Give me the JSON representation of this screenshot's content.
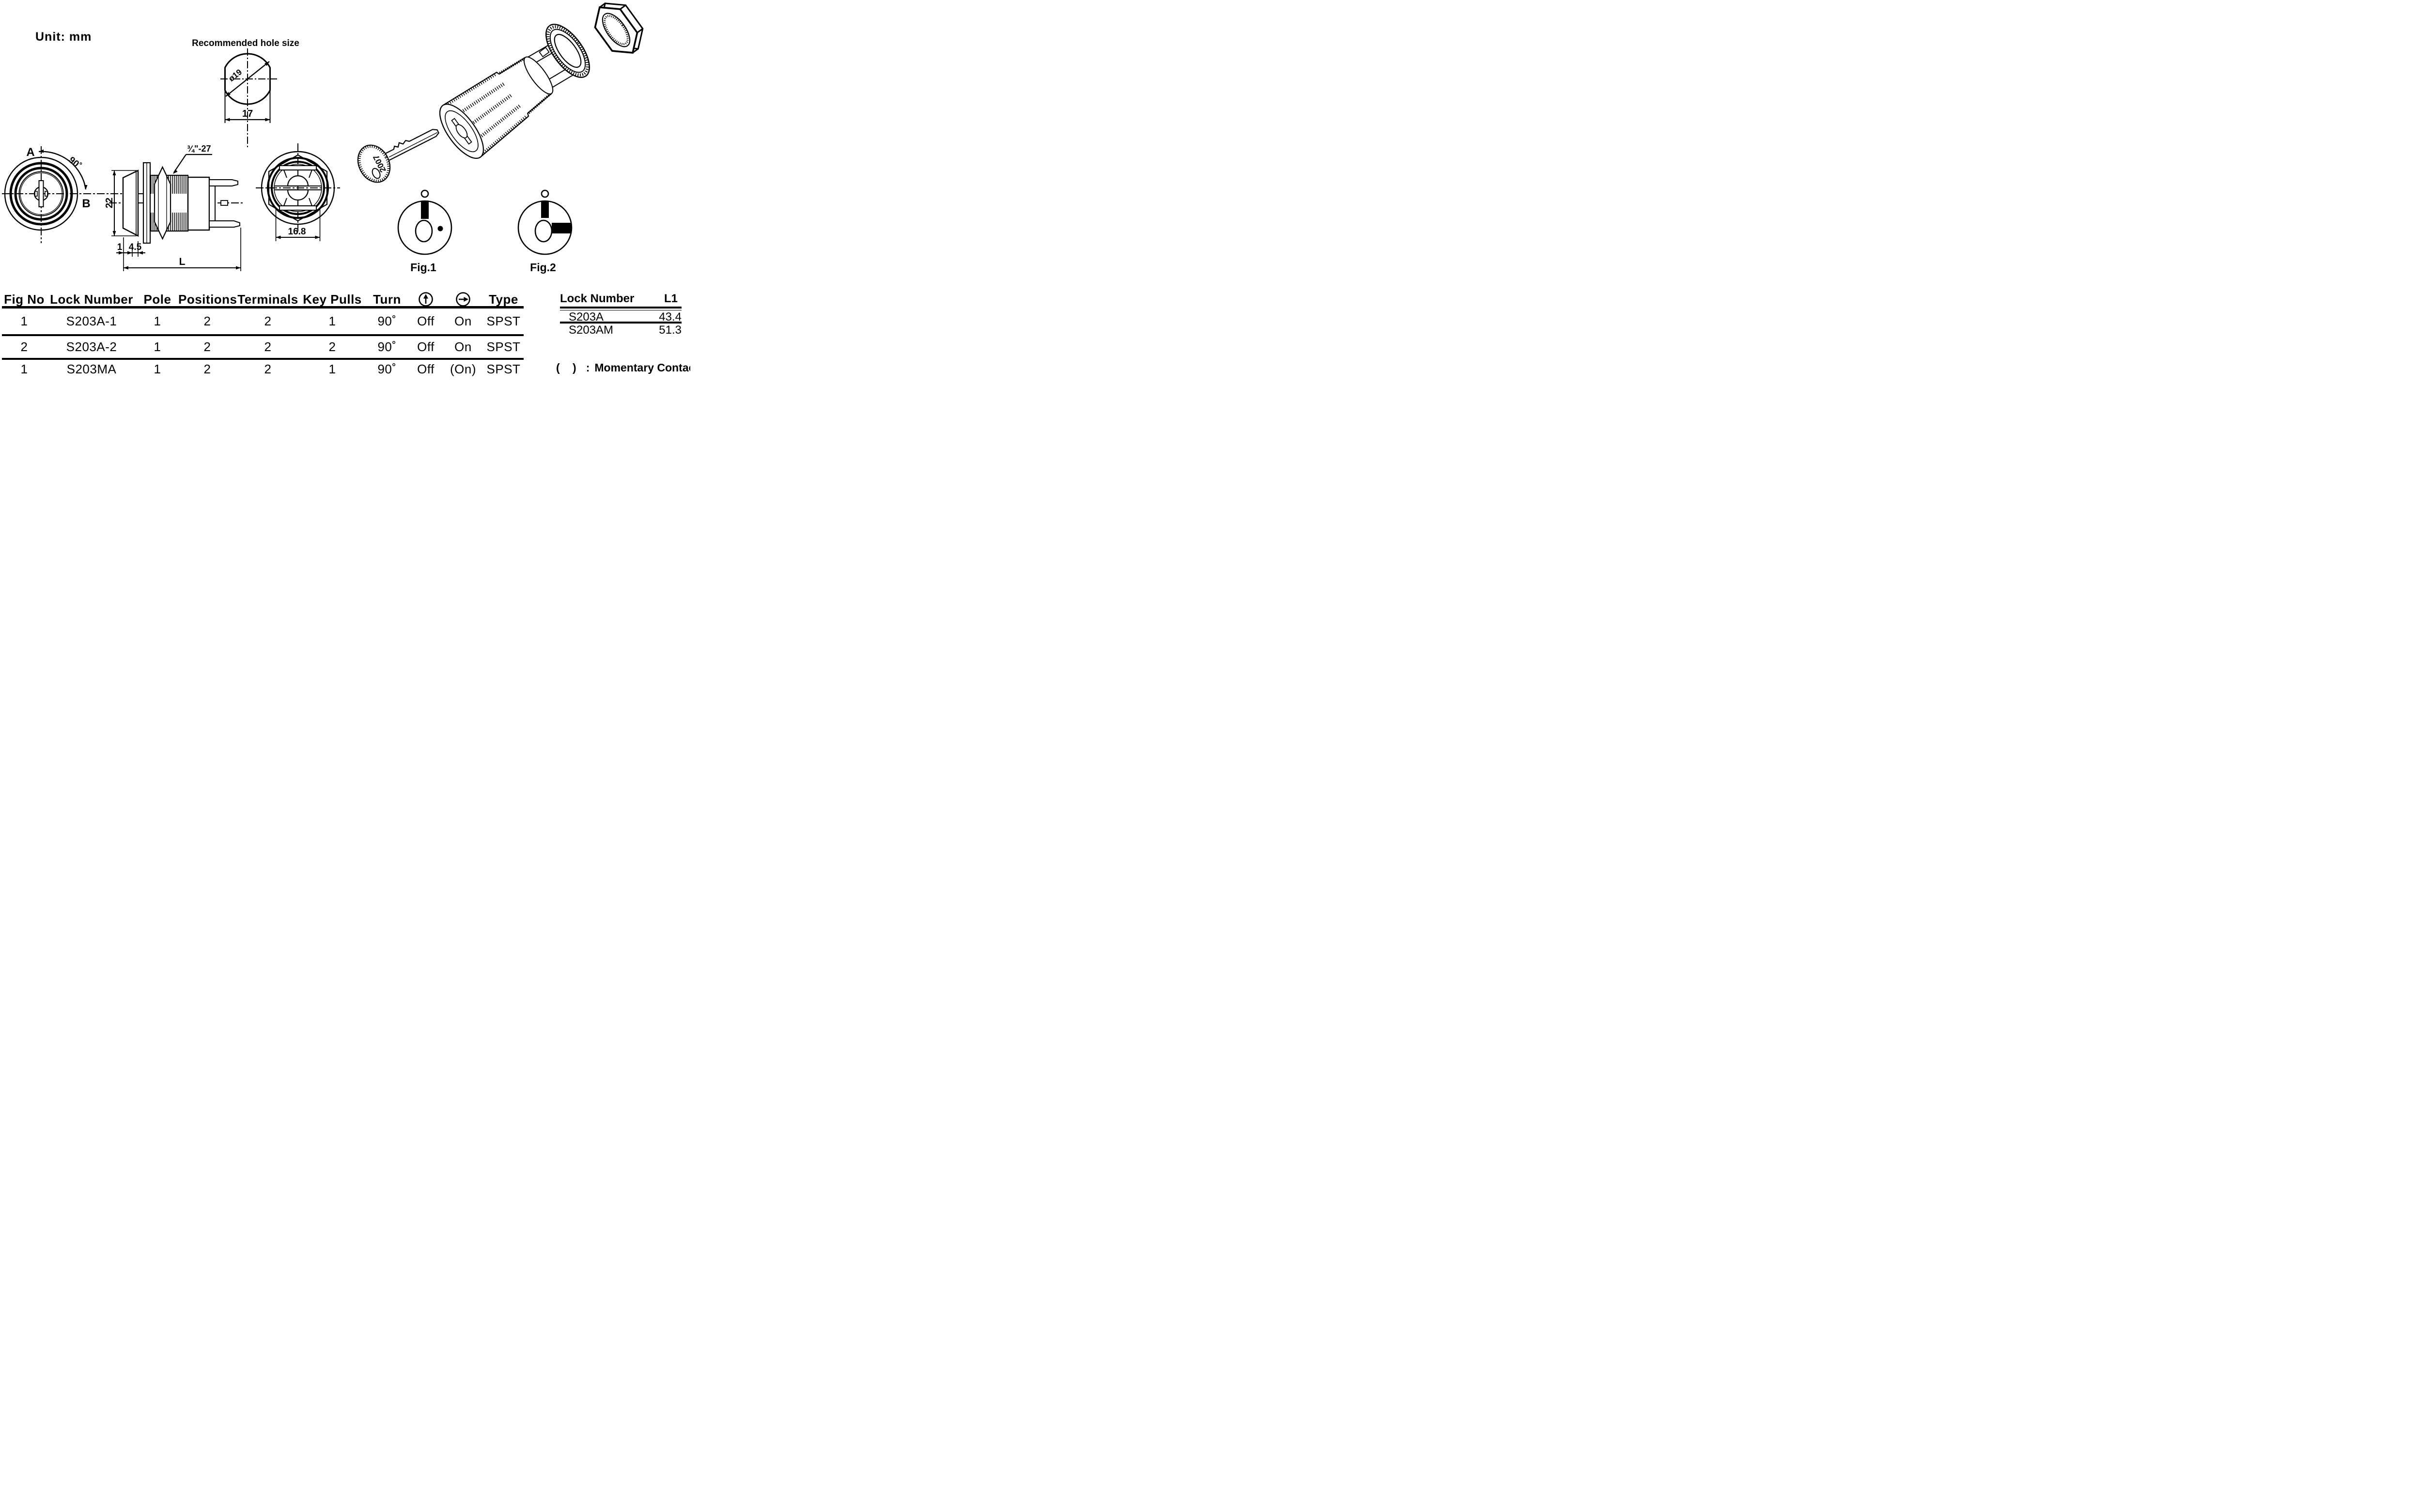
{
  "sheet": {
    "unit_label": "Unit: mm"
  },
  "hole_diagram": {
    "title": "Recommended hole size",
    "diameter_label": "ø19",
    "width_label": "17"
  },
  "front_view": {
    "point_a": "A",
    "point_b": "B",
    "angle_label": "90˚"
  },
  "side_view": {
    "thread_label": "¾\"-27",
    "height_label": "22",
    "lip_label": "1",
    "panel_label": "4.5",
    "length_label": "L"
  },
  "back_view": {
    "width_label": "16.8"
  },
  "exploded_view": {
    "key_code": "2007",
    "parts": [
      "key",
      "lock-cylinder",
      "knurled-ring",
      "hex-nut"
    ]
  },
  "figures": {
    "fig1_label": "Fig.1",
    "fig2_label": "Fig.2"
  },
  "spec_table": {
    "headers": {
      "fig_no": "Fig No",
      "lock_number": "Lock Number",
      "pole": "Pole",
      "positions": "Positions",
      "terminals": "Terminals",
      "key_pulls": "Key Pulls",
      "turn": "Turn",
      "key_upright_icon": "circle-up-arrow",
      "key_turned_icon": "circle-right-arrow",
      "type": "Type"
    },
    "rows": [
      {
        "fig_no": "1",
        "lock_number": "S203A-1",
        "pole": "1",
        "positions": "2",
        "terminals": "2",
        "key_pulls": "1",
        "turn": "90˚",
        "key_upright": "Off",
        "key_turned": "On",
        "type": "SPST"
      },
      {
        "fig_no": "2",
        "lock_number": "S203A-2",
        "pole": "1",
        "positions": "2",
        "terminals": "2",
        "key_pulls": "2",
        "turn": "90˚",
        "key_upright": "Off",
        "key_turned": "On",
        "type": "SPST"
      },
      {
        "fig_no": "1",
        "lock_number": "S203MA",
        "pole": "1",
        "positions": "2",
        "terminals": "2",
        "key_pulls": "1",
        "turn": "90˚",
        "key_upright": "Off",
        "key_turned": "(On)",
        "type": "SPST"
      }
    ]
  },
  "length_table": {
    "headers": {
      "lock_number": "Lock Number",
      "l1": "L1"
    },
    "rows": [
      {
        "lock_number": "S203A",
        "l1": "43.4"
      },
      {
        "lock_number": "S203AM",
        "l1": "51.3"
      }
    ]
  },
  "note": {
    "symbol": "(  )",
    "separator": ":",
    "text": "Momentary Contact"
  }
}
